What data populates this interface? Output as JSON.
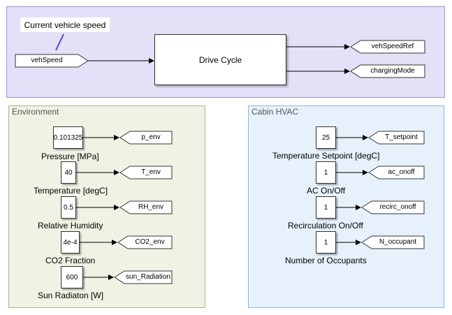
{
  "top": {
    "annotation": "Current vehicle speed",
    "from_tag": "vehSpeed",
    "block_label": "Drive Cycle",
    "goto_tags": [
      "vehSpeedRef",
      "chargingMode"
    ]
  },
  "environment": {
    "title": "Environment",
    "rows": [
      {
        "value": "0.101325",
        "label": "Pressure [MPa]",
        "tag": "p_env"
      },
      {
        "value": "40",
        "label": "Temperature [degC]",
        "tag": "T_env"
      },
      {
        "value": "0.5",
        "label": "Relative Humidity",
        "tag": "RH_env"
      },
      {
        "value": "4e-4",
        "label": "CO2 Fraction",
        "tag": "CO2_env"
      },
      {
        "value": "600",
        "label": "Sun Radiaton [W]",
        "tag": "sun_Radiation"
      }
    ]
  },
  "hvac": {
    "title": "Cabin HVAC",
    "rows": [
      {
        "value": "25",
        "label": "Temperature Setpoint [degC]",
        "tag": "T_setpoint"
      },
      {
        "value": "1",
        "label": "AC On/Off",
        "tag": "ac_onoff"
      },
      {
        "value": "1",
        "label": "Recirculation On/Off",
        "tag": "recirc_onoff"
      },
      {
        "value": "1",
        "label": "Number of Occupants",
        "tag": "N_occupant"
      }
    ]
  }
}
